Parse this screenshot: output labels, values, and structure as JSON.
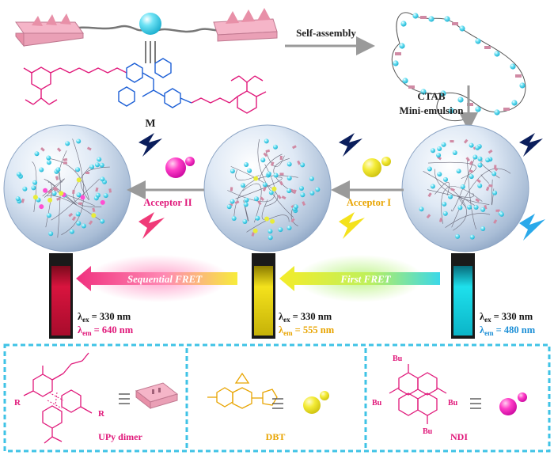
{
  "monomer": {
    "label": "M"
  },
  "process": {
    "self_assembly": "Self-assembly",
    "ctab": "CTAB",
    "mini_emulsion": "Mini-emulsion"
  },
  "acceptors": {
    "acceptor_ii": "Acceptor II",
    "acceptor_i": "Acceptor I"
  },
  "fret": {
    "sequential": "Sequential FRET",
    "first": "First FRET"
  },
  "spectra": [
    {
      "ex_sym": "λ",
      "ex_sub": "ex",
      "ex_val": "= 330 nm",
      "em_sym": "λ",
      "em_sub": "em",
      "em_val": "= 640 nm",
      "em_color": "#e0187a"
    },
    {
      "ex_sym": "λ",
      "ex_sub": "ex",
      "ex_val": "= 330 nm",
      "em_sym": "λ",
      "em_sub": "em",
      "em_val": "= 555 nm",
      "em_color": "#e8a400"
    },
    {
      "ex_sym": "λ",
      "ex_sub": "ex",
      "ex_val": "= 330 nm",
      "em_sym": "λ",
      "em_sub": "em",
      "em_val": "= 480 nm",
      "em_color": "#1c8fd6"
    }
  ],
  "legend": {
    "upy": "UPy dimer",
    "dbt": "DBT",
    "ndi": "NDI",
    "bu": "Bu",
    "r": "R"
  },
  "colors": {
    "pink": "#e0187a",
    "yellow": "#e8dc2a",
    "cyan": "#2fd0e6",
    "blue": "#1c8fd6",
    "dashed_border": "#3fc3e6",
    "arrow_gray": "#9a9a9a"
  }
}
